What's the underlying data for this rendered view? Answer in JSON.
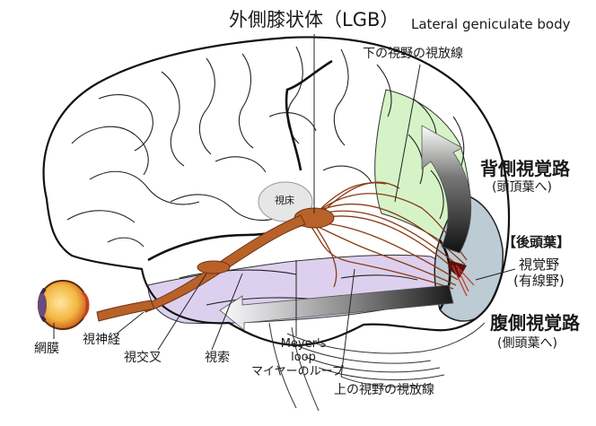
{
  "labels": {
    "lgb_jp": "外側膝状体（LGB）",
    "lgb_en": "Lateral geniculate body",
    "lower_field_radiation": "下の視野の視放線",
    "dorsal_stream": "背側視覚路",
    "dorsal_parietal": "(頭頂葉へ)",
    "occipital_lobe": "【後頭葉】",
    "visual_cortex": "視覚野",
    "striate_area": "(有線野)",
    "ventral_stream": "腹側視覚路",
    "ventral_temporal": "(側頭葉へ)",
    "thalamus": "視床",
    "meyer_en_line1": "Meyer's",
    "meyer_en_line2": "loop",
    "meyer_jp": "マイヤーのループ",
    "upper_field_radiation": "上の視野の視放線",
    "optic_tract": "視索",
    "optic_chiasm": "視交叉",
    "optic_nerve": "視神経",
    "retina": "網膜"
  },
  "colors": {
    "parietal_green": "#d6f3c8",
    "temporal_purple": "#ddd0ee",
    "occipital_blue": "#bccbd4",
    "optic_pathway_brown": "#b8622a",
    "thalamus_gray": "#e6e6e6",
    "arrow_dark": "#1e1e1e",
    "outline": "#111111"
  },
  "icons": [
    "eye-icon",
    "dorsal-stream-arrow-icon",
    "ventral-stream-arrow-icon"
  ]
}
